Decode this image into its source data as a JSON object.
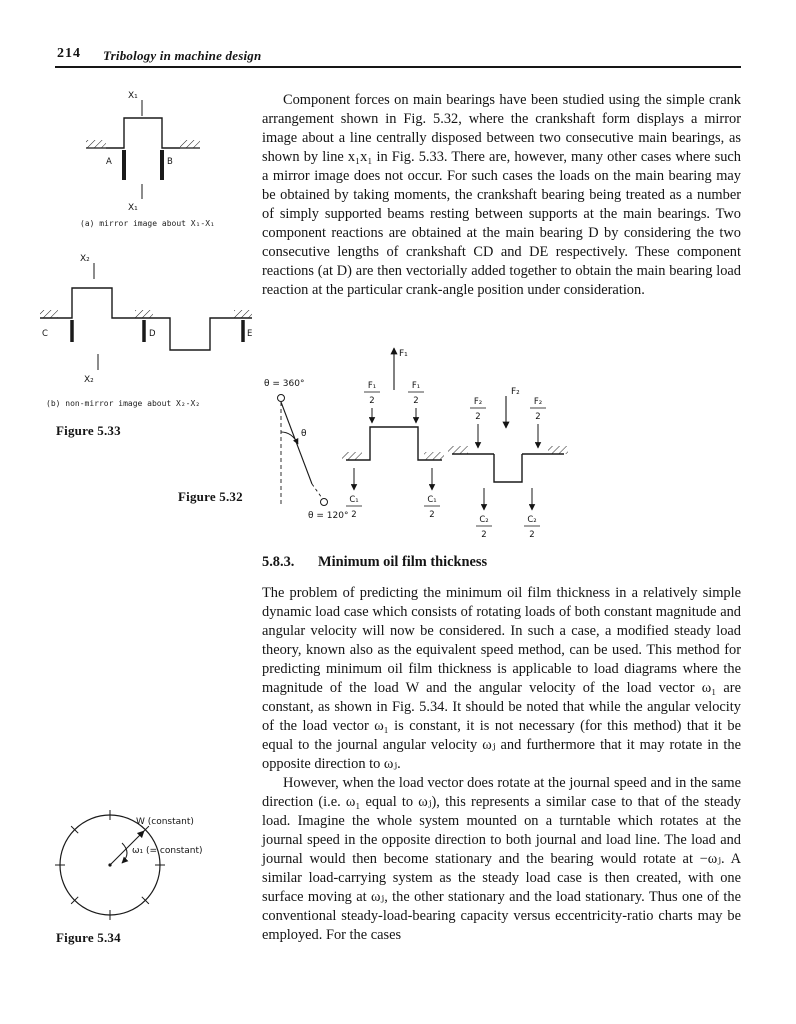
{
  "header": {
    "page_number": "214",
    "book_title": "Tribology in machine design"
  },
  "body": {
    "para1": "Component forces on main bearings have been studied using the simple crank arrangement shown in Fig. 5.32, where the crankshaft form displays a mirror image about a line centrally disposed between two consecutive main bearings, as shown by line x₁x₁ in Fig. 5.33. There are, however, many other cases where such a mirror image does not occur. For such cases the loads on the main bearing may be obtained by taking moments, the crankshaft bearing being treated as a number of simply supported beams resting between supports at the main bearings. Two component reactions are obtained at the main bearing D by considering the two consecutive lengths of crankshaft CD and DE respectively. These component reactions (at D) are then vectorially added together to obtain the main bearing load reaction at the particular crank-angle position under consideration.",
    "section_number": "5.8.3.",
    "section_title": "Minimum oil film thickness",
    "para2": "The problem of predicting the minimum oil film thickness in a relatively simple dynamic load case which consists of rotating loads of both constant magnitude and angular velocity will now be considered. In such a case, a modified steady load theory, known also as the equivalent speed method, can be used. This method for predicting minimum oil film thickness is applicable to load diagrams where the magnitude of the load W and the angular velocity of the load vector ω₁ are constant, as shown in Fig. 5.34. It should be noted that while the angular velocity of the load vector ω₁ is constant, it is not necessary (for this method) that it be equal to the journal angular velocity ωⱼ and furthermore that it may rotate in the opposite direction to ωⱼ.",
    "para3": "However, when the load vector does rotate at the journal speed and in the same direction (i.e. ω₁ equal to ωⱼ), this represents a similar case to that of the steady load. Imagine the whole system mounted on a turntable which rotates at the journal speed in the opposite direction to both journal and load line. The load and journal would then become stationary and the bearing would rotate at −ωⱼ. A similar load-carrying system as the steady load case is then created, with one surface moving at ωⱼ, the other stationary and the load stationary. Thus one of the conventional steady-load-bearing capacity versus eccentricity-ratio charts may be employed. For the cases"
  },
  "fig_a": {
    "caption": "(a)  mirror image about X₁-X₁",
    "x1_top": "X₁",
    "x1_bottom": "X₁",
    "label_a": "A",
    "label_b": "B"
  },
  "fig_b": {
    "caption": "(b)  non-mirror image about X₂-X₂",
    "x2_top": "X₂",
    "x2_bottom": "X₂",
    "label_c": "C",
    "label_d": "D",
    "label_e": "E"
  },
  "fig533": {
    "label": "Figure 5.33"
  },
  "fig532": {
    "label": "Figure 5.32",
    "theta_360": "θ = 360°",
    "theta_120": "θ = 120°",
    "theta": "θ",
    "f1": "F₁",
    "f2": "F₂",
    "c1": "C₁",
    "c2": "C₂",
    "den": "2"
  },
  "fig534": {
    "label": "Figure 5.34",
    "w_label": "W (constant)",
    "omega_label": "ω₁ (= constant)"
  }
}
